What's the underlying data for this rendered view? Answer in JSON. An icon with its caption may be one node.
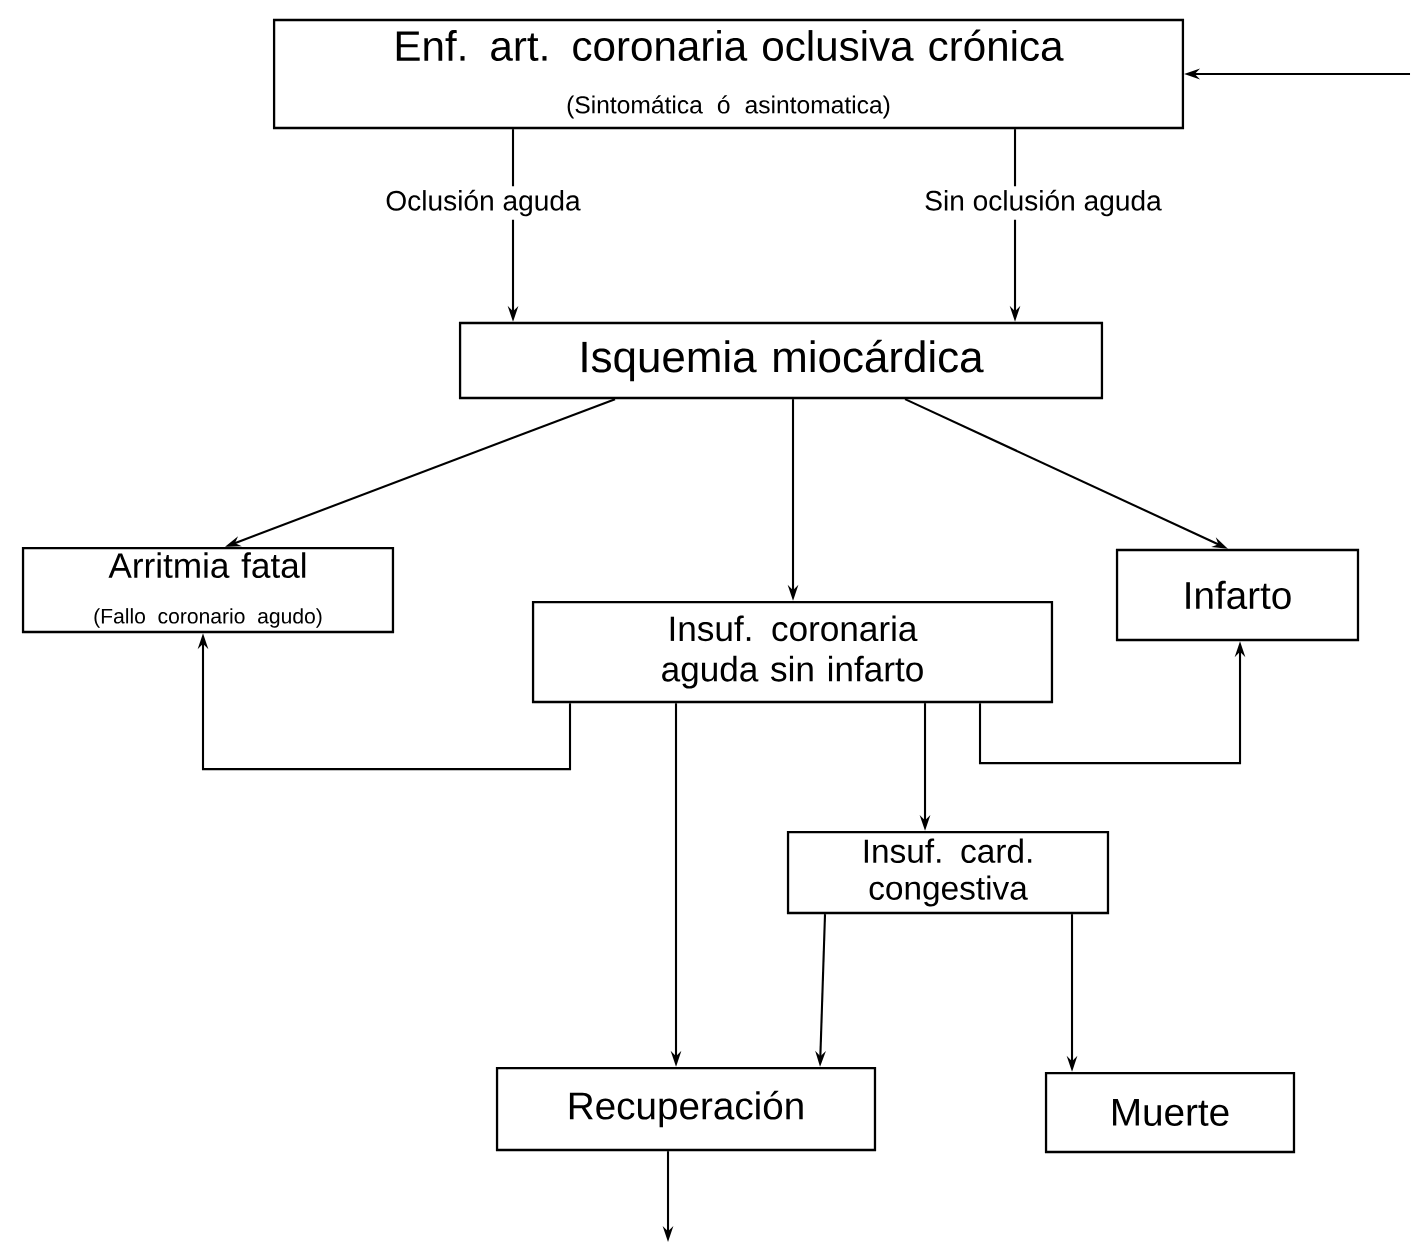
{
  "diagram": {
    "nodes": [
      {
        "text": [
          "Enf. art. coronaria oclusiva crónica",
          "(Sintomática ó asintomatica)"
        ]
      },
      {
        "text": [
          "Isquemia miocárdica"
        ]
      },
      {
        "text": [
          "Arritmia fatal",
          "(Fallo coronario agudo)"
        ]
      },
      {
        "text": [
          "Insuf. coronaria aguda sin infarto"
        ]
      },
      {
        "text": [
          "Infarto"
        ]
      },
      {
        "text": [
          "Insuf. card. congestiva"
        ]
      },
      {
        "text": [
          "Recuperación"
        ]
      },
      {
        "text": [
          "Muerte"
        ]
      }
    ],
    "edges": [
      {
        "from": 0,
        "to": 1,
        "arrow": "to",
        "label": "Oclusión aguda"
      },
      {
        "from": 0,
        "to": 1,
        "arrow": "to",
        "label": "Sin oclusión aguda"
      },
      {
        "from": 1,
        "to": 2,
        "arrow": "to"
      },
      {
        "from": 1,
        "to": 3,
        "arrow": "to"
      },
      {
        "from": 1,
        "to": 4,
        "arrow": "to"
      },
      {
        "from": 3,
        "to": 2,
        "arrow": "to"
      },
      {
        "from": 3,
        "to": 6,
        "arrow": "to"
      },
      {
        "from": 3,
        "to": 5,
        "arrow": "to"
      },
      {
        "from": 3,
        "to": 4,
        "arrow": "to"
      },
      {
        "from": 5,
        "to": 6,
        "arrow": "to"
      },
      {
        "from": 5,
        "to": 7,
        "arrow": "to"
      },
      {
        "from": 6,
        "to": null,
        "arrow": "to"
      },
      {
        "from": null,
        "to": 0,
        "arrow": "to"
      }
    ]
  }
}
